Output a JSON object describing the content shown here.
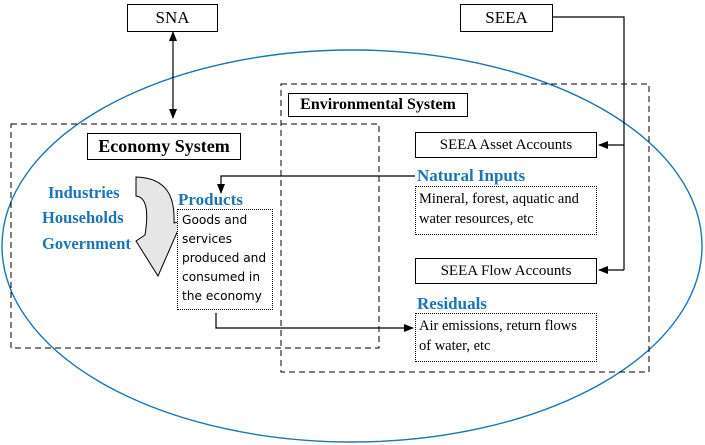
{
  "frameworks": {
    "sna": "SNA",
    "seea": "SEEA"
  },
  "environmental_system": {
    "title": "Environmental System",
    "asset_accounts": "SEEA Asset Accounts",
    "flow_accounts": "SEEA Flow Accounts",
    "natural_inputs": {
      "heading": "Natural Inputs",
      "line1": "Mineral, forest, aquatic and",
      "line2": "water resources, etc"
    },
    "residuals": {
      "heading": "Residuals",
      "line1": "Air emissions, return flows",
      "line2": "of water, etc"
    }
  },
  "economy_system": {
    "title": "Economy System",
    "actors": [
      "Industries",
      "Households",
      "Government"
    ],
    "products": {
      "heading": "Products",
      "lines": [
        "Goods and",
        "services",
        "produced and",
        "consumed in",
        "the economy"
      ]
    }
  },
  "colors": {
    "ellipse": "#1a74b8",
    "heading_blue": "#1a74b8",
    "arrow_fill": "#e6e6e6"
  }
}
